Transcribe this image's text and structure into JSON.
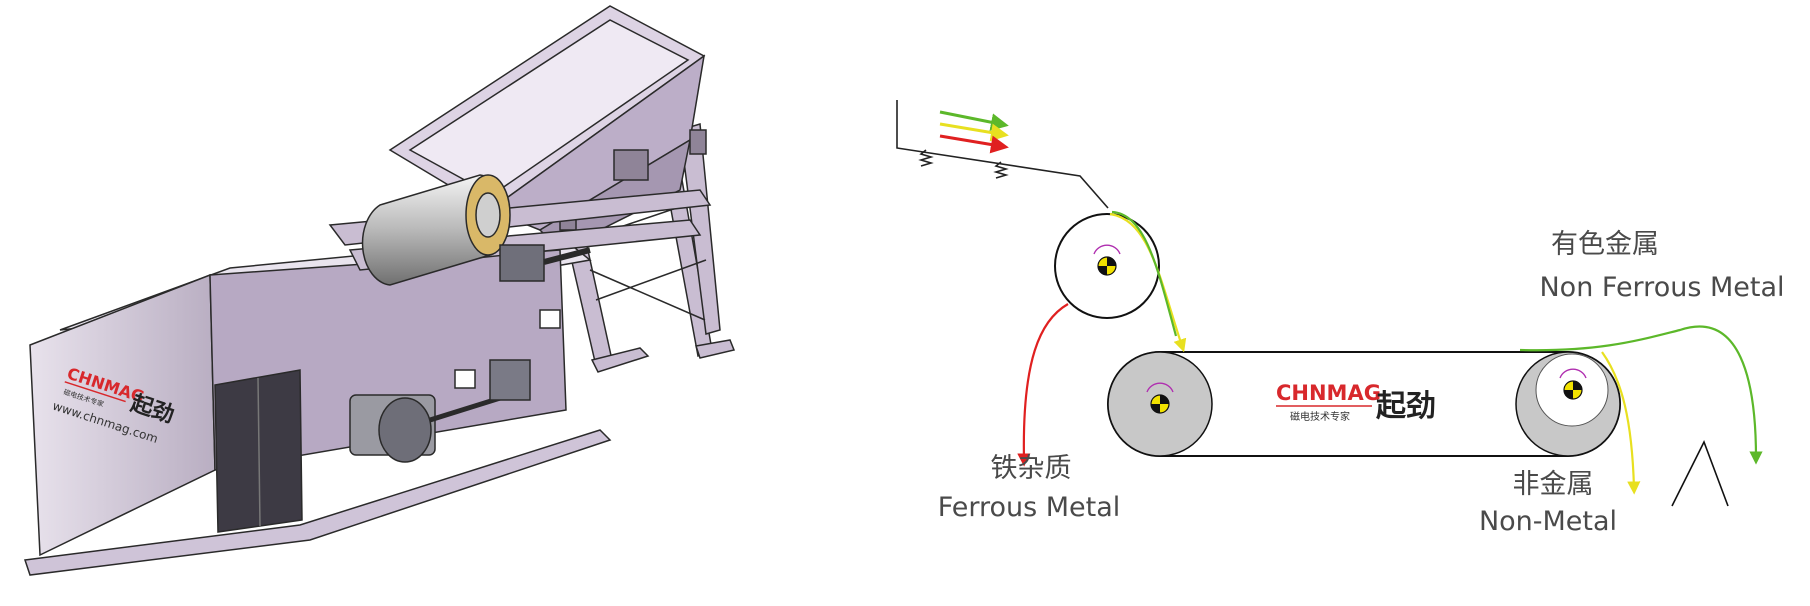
{
  "machine": {
    "brand": "CHNMAG",
    "brand_cn": "起劲",
    "tagline": "磁电技术专家",
    "website": "www.chnmag.com"
  },
  "diagram": {
    "belt_brand": "CHNMAG",
    "belt_brand_cn": "起劲",
    "belt_tagline": "磁电技术专家",
    "labels": {
      "non_ferrous_cn": "有色金属",
      "non_ferrous_en": "Non Ferrous Metal",
      "ferrous_cn": "铁杂质",
      "ferrous_en": "Ferrous Metal",
      "non_metal_cn": "非金属",
      "non_metal_en": "Non-Metal"
    },
    "colors": {
      "ferrous": "#e02020",
      "non_metal": "#e8e020",
      "non_ferrous": "#5cb82a",
      "pulley": "#c8c8c8",
      "brand_red": "#d8282c"
    }
  }
}
